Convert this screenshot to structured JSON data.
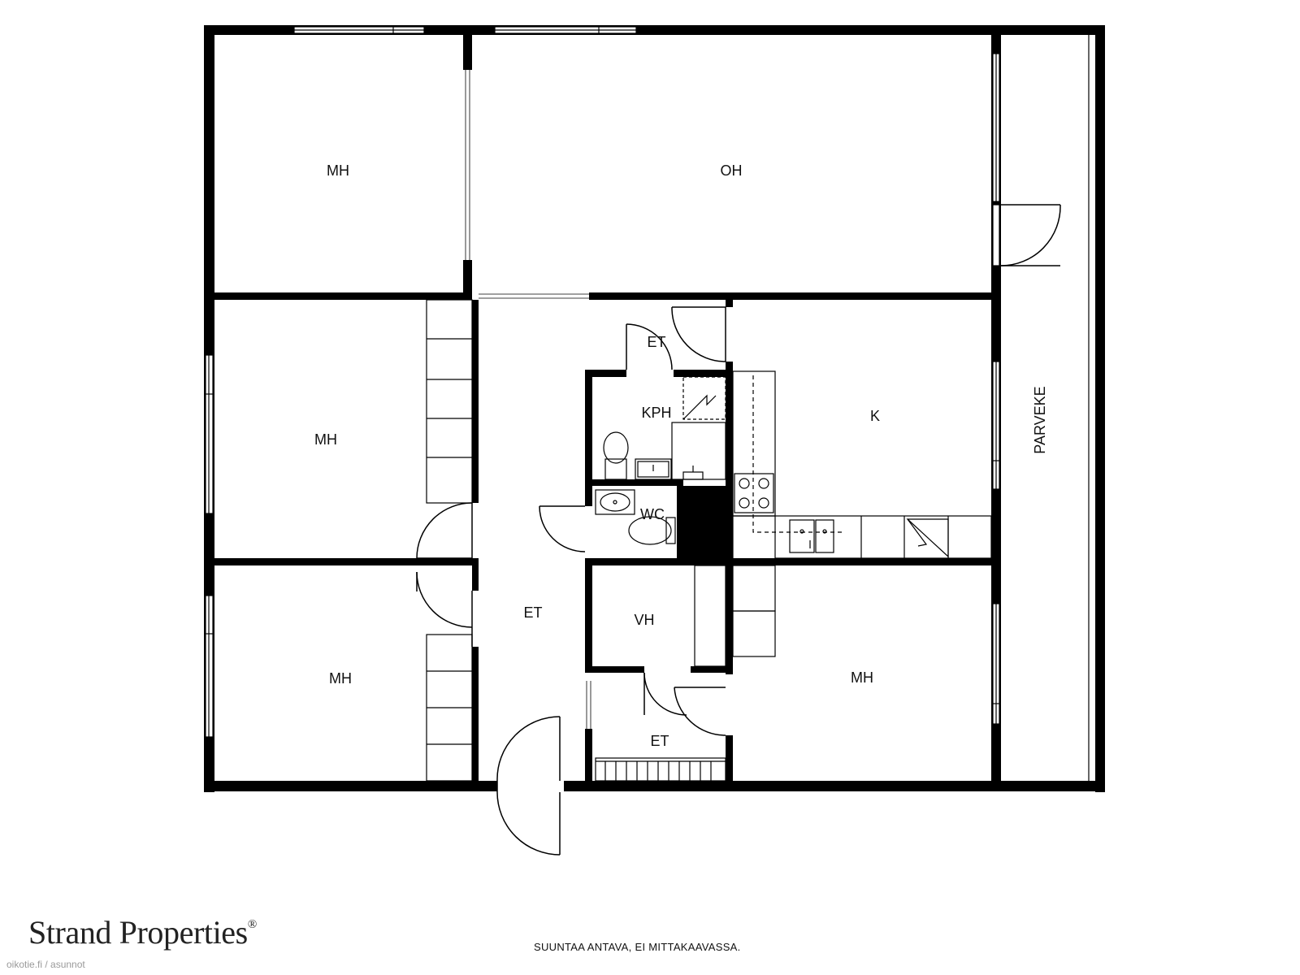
{
  "floorplan": {
    "rooms": {
      "mh_top_left": "MH",
      "oh": "OH",
      "mh_mid_left": "MH",
      "et_hall_top": "ET",
      "kph": "KPH",
      "k": "K",
      "parveke": "PARVEKE",
      "wc": "WC",
      "et_corridor": "ET",
      "vh": "VH",
      "mh_bottom_left": "MH",
      "et_entry": "ET",
      "mh_bottom_right": "MH"
    }
  },
  "footer": {
    "brand": "Strand Properties",
    "brand_mark": "®",
    "disclaimer": "SUUNTAA ANTAVA, EI MITTAKAAVASSA.",
    "watermark": "oikotie.fi / asunnot"
  },
  "colors": {
    "wall": "#000000",
    "background": "#ffffff",
    "fixture_line": "#222222"
  }
}
